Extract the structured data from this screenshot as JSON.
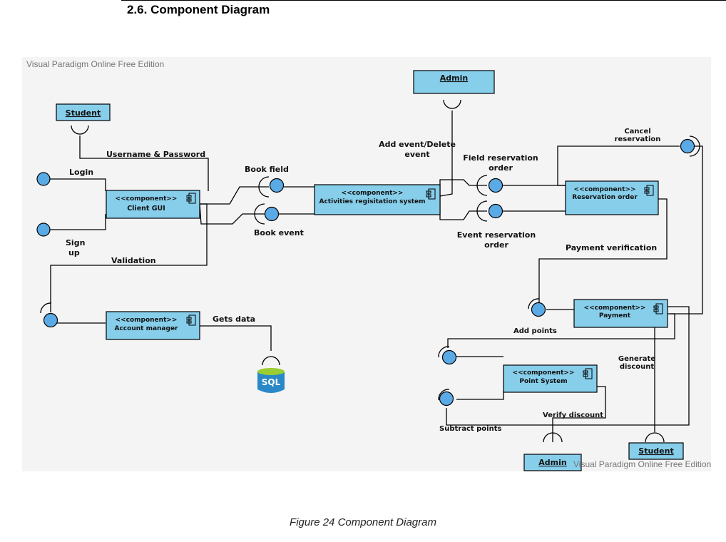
{
  "heading": "2.6. Component Diagram",
  "watermark_top": "Visual Paradigm Online Free Edition",
  "watermark_bottom": "Visual Paradigm Online Free Edition",
  "caption": "Figure 24  Component Diagram",
  "colors": {
    "component_fill": "#87CEEB",
    "interface_fill": "#5aaae6",
    "canvas": "#f4f4f4",
    "line": "#000000"
  },
  "actors": {
    "student_top": "Student",
    "admin_top": "Admin",
    "admin_bottom": "Admin",
    "student_bottom": "Student"
  },
  "components": {
    "client_gui": {
      "stereotype": "<<component>>",
      "name": "Client GUI"
    },
    "activities": {
      "stereotype": "<<component>>",
      "name": "Activities regisitation system"
    },
    "reservation": {
      "stereotype": "<<component>>",
      "name": "Reservation order"
    },
    "payment": {
      "stereotype": "<<component>>",
      "name": "Payment"
    },
    "account": {
      "stereotype": "<<component>>",
      "name": "Account manager"
    },
    "points": {
      "stereotype": "<<component>>",
      "name": "Point System"
    }
  },
  "labels": {
    "login": "Login",
    "sign_up_1": "Sign",
    "sign_up_2": "up",
    "username_password": "Username & Password",
    "validation": "Validation",
    "book_field": "Book field",
    "book_event": "Book event",
    "add_delete_1": "Add event/Delete",
    "add_delete_2": "event",
    "field_res_1": "Field reservation",
    "field_res_2": "order",
    "event_res_1": "Event reservation",
    "event_res_2": "order",
    "cancel_1": "Cancel",
    "cancel_2": "reservation",
    "payment_verification": "Payment verification",
    "add_points": "Add points",
    "generate_1": "Generate",
    "generate_2": "discount",
    "verify_discount": "Verify discount",
    "subtract_points": "Subtract points",
    "gets_data": "Gets data",
    "sql": "SQL"
  }
}
